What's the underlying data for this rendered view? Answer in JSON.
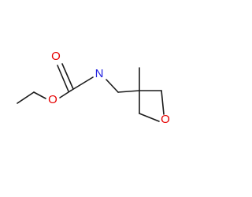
{
  "molecule": {
    "atoms": {
      "carbonyl_oxygen": {
        "symbol": "O",
        "color": "#e60000"
      },
      "ester_oxygen": {
        "symbol": "O",
        "color": "#e60000"
      },
      "nitrogen": {
        "symbol": "N",
        "color": "#1f1fe0"
      },
      "ring_oxygen": {
        "symbol": "O",
        "color": "#e60000"
      }
    },
    "bond_color": "#1a1a1a"
  }
}
